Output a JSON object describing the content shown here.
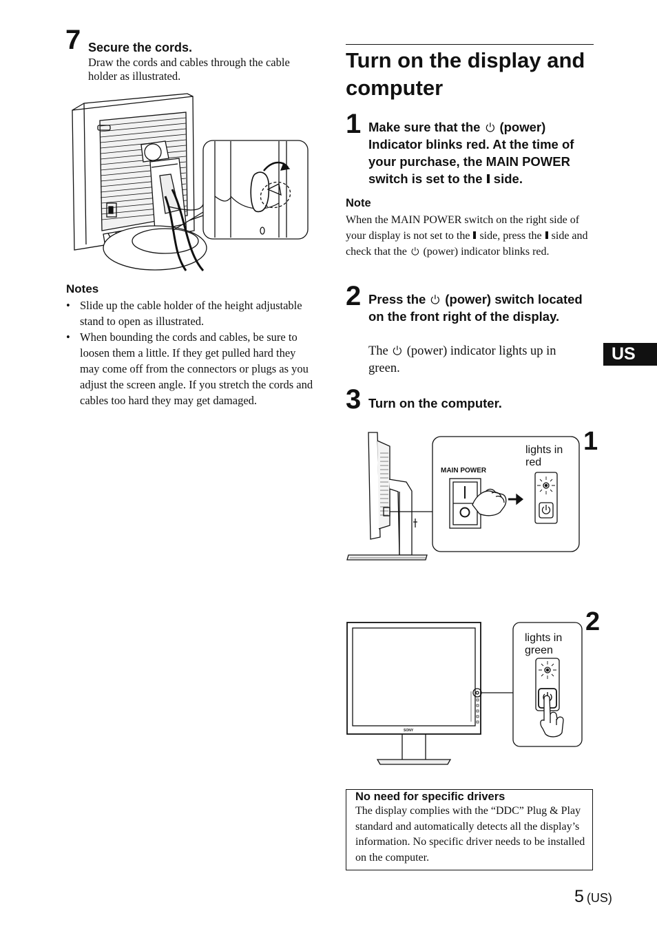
{
  "left": {
    "step7": {
      "number": "7",
      "title": "Secure the cords.",
      "description": "Draw the cords and cables through the cable holder as illustrated."
    },
    "notes": {
      "heading": "Notes",
      "items": [
        "Slide up the cable holder of the height adjustable stand to open as illustrated.",
        "When bounding the cords and cables, be sure to loosen them a little. If they get pulled hard they may come off from the connectors or plugs as you adjust the screen angle. If you stretch the cords and cables too hard they may get damaged."
      ]
    }
  },
  "right": {
    "section_title": "Turn on the display and computer",
    "step1": {
      "number": "1",
      "parts": [
        "Make sure that the",
        "(power) Indicator blinks red. At the time of your purchase, the MAIN POWER switch is set to the",
        "side."
      ]
    },
    "note": {
      "heading": "Note",
      "parts": [
        "When the MAIN POWER switch on the right side of your display is not set to the",
        "side, press the",
        "side and check that the",
        "(power) indicator blinks red."
      ]
    },
    "step2": {
      "number": "2",
      "parts": [
        "Press the",
        "(power) switch located on the front right of the display."
      ],
      "desc_parts": [
        "The",
        "(power) indicator lights up in green."
      ]
    },
    "step3": {
      "number": "3",
      "title": "Turn on the computer."
    },
    "figure1": {
      "number": "1",
      "switch_label": "MAIN POWER",
      "indicator_line1": "lights in",
      "indicator_line2": "red"
    },
    "figure2": {
      "number": "2",
      "indicator_line1": "lights in",
      "indicator_line2": "green",
      "brand": "SONY"
    },
    "drivers_box": {
      "title": "No need for specific drivers",
      "text": "The display complies with the “DDC” Plug & Play standard and automatically detects all the display’s information. No specific driver needs to be installed on the computer."
    }
  },
  "side_tab": "US",
  "page": {
    "number": "5",
    "suffix": "(US)"
  }
}
